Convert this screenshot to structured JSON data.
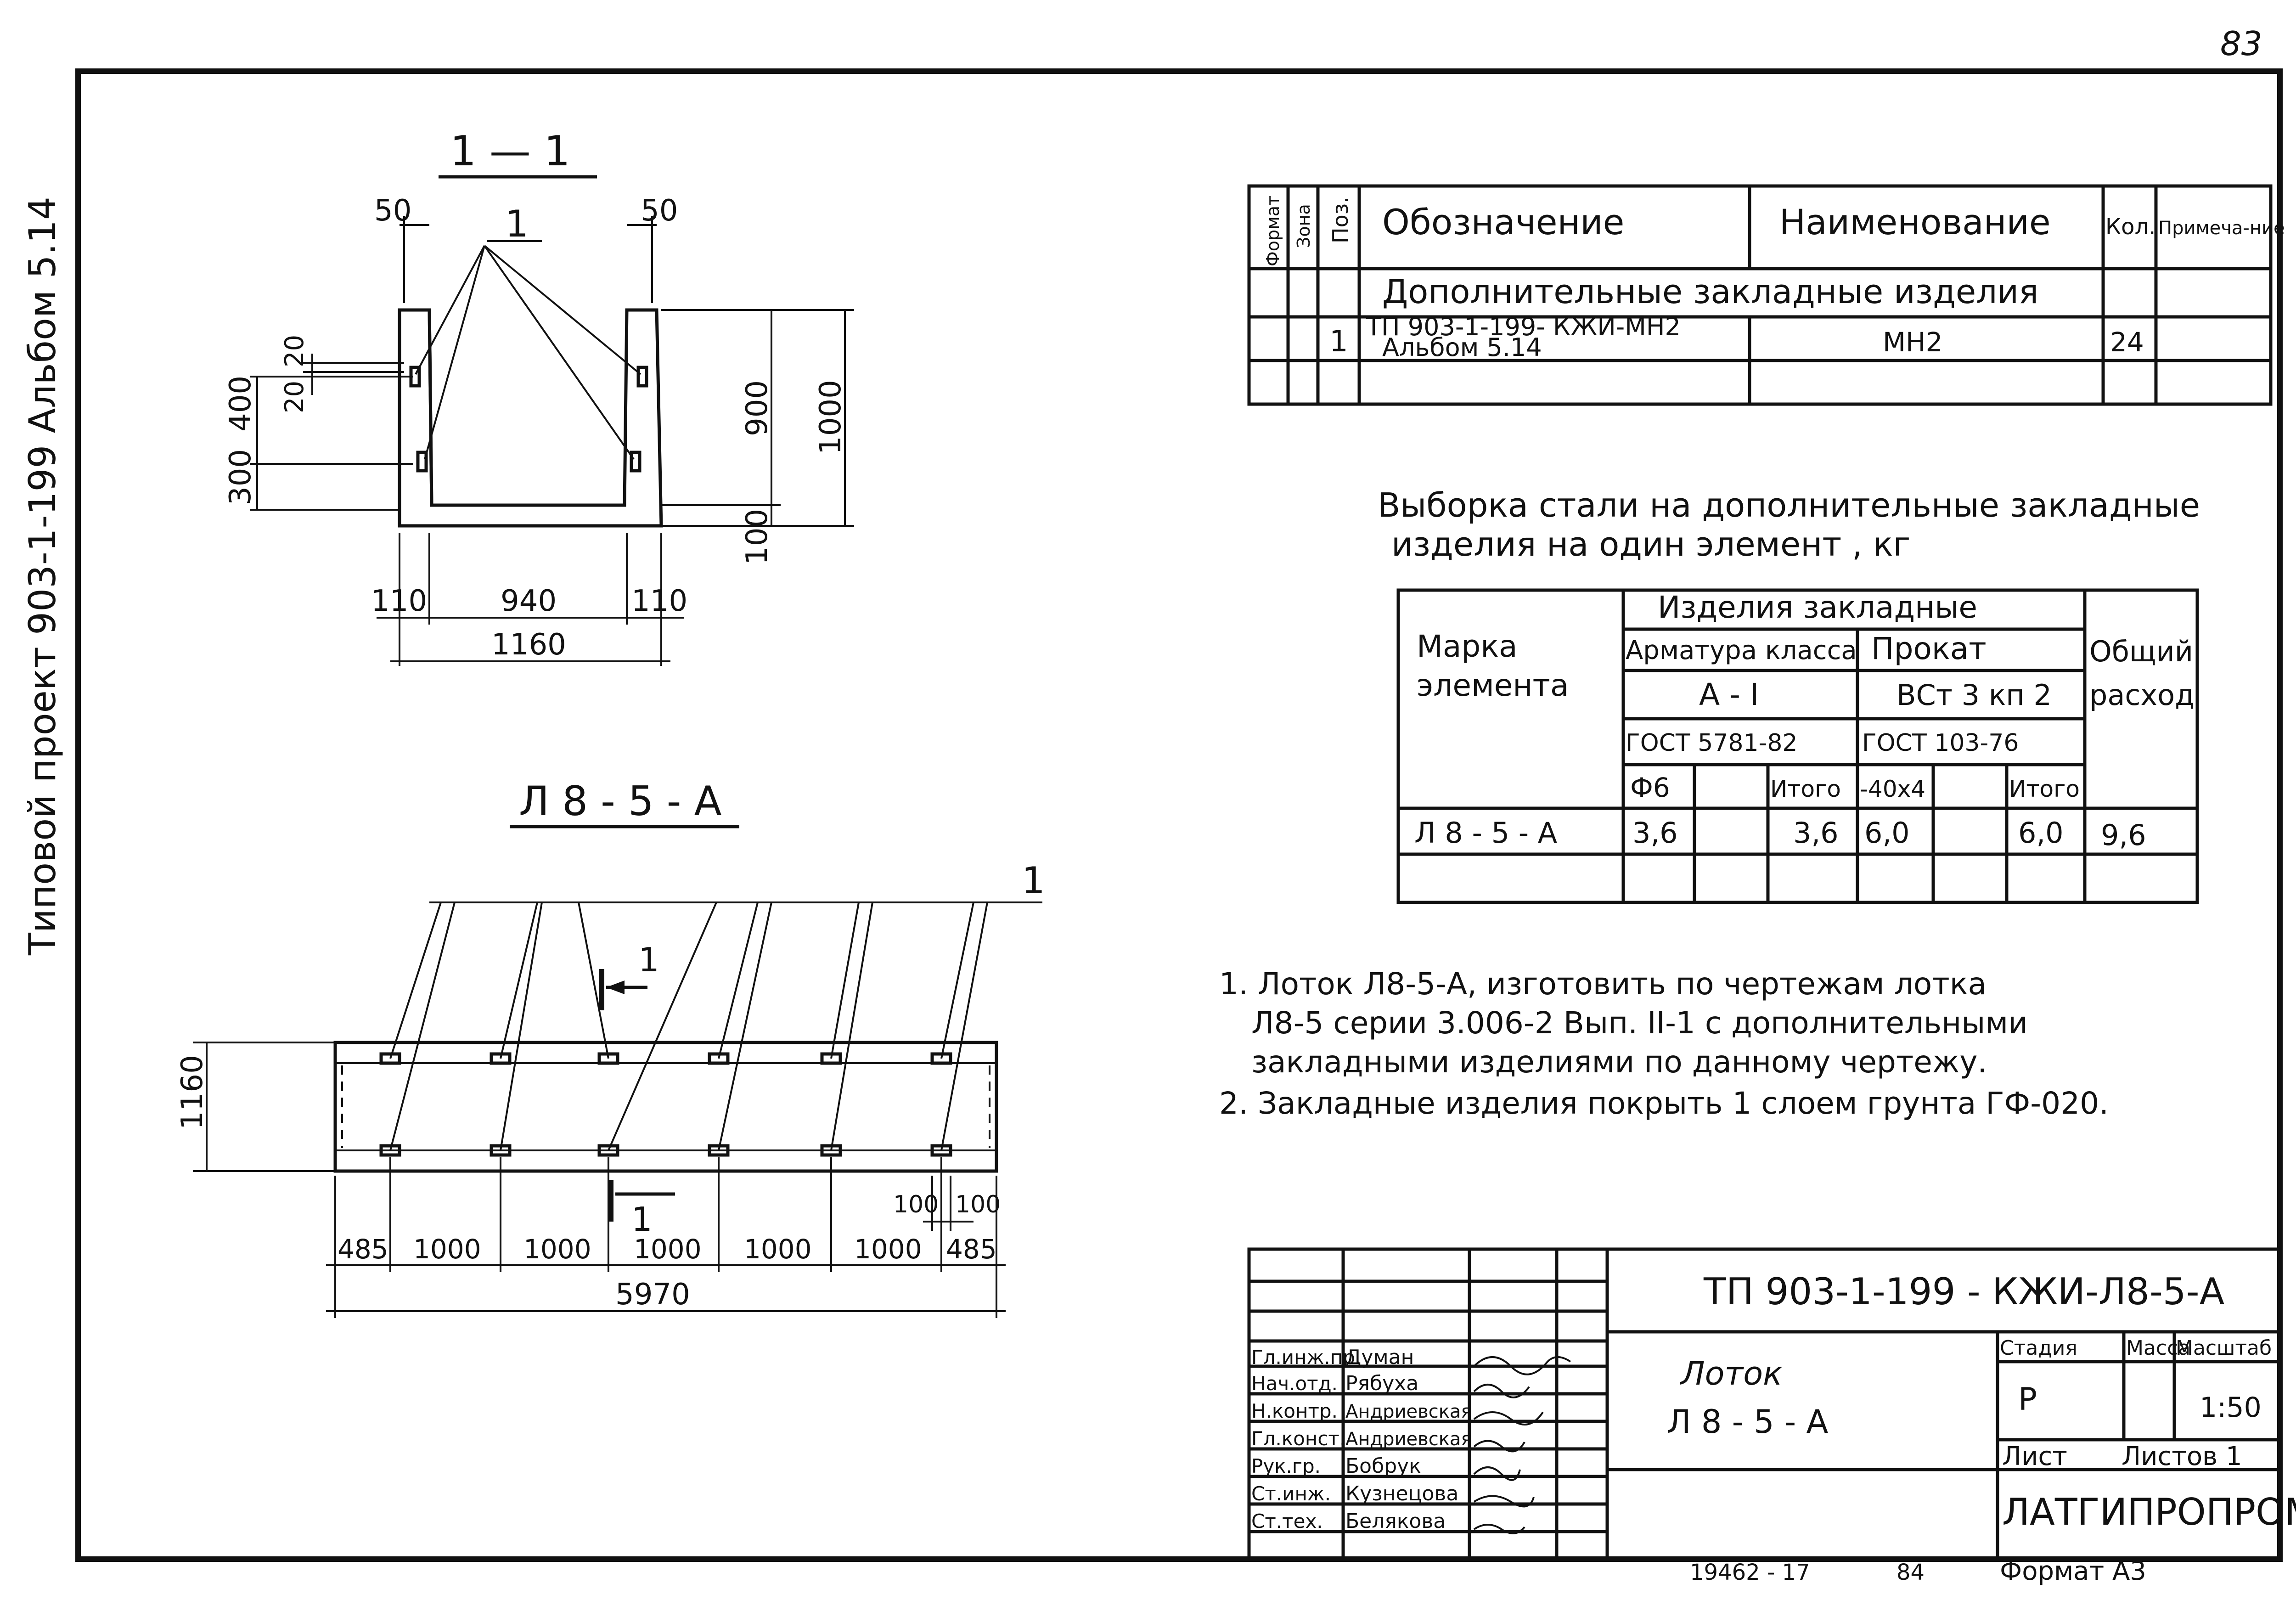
{
  "page_number": "83",
  "side_title": "Типовой проект 903-1-199 Альбом 5.14",
  "section": {
    "title": "1 — 1",
    "dims": {
      "d50l": "50",
      "d50r": "50",
      "d20a": "20",
      "d20b": "20",
      "d400": "400",
      "d300": "300",
      "d900": "900",
      "d1000": "1000",
      "d100": "100",
      "d110l": "110",
      "d940": "940",
      "d110r": "110",
      "d1160": "1160"
    },
    "callout": "1"
  },
  "plan": {
    "title": "Л 8 - 5 - А",
    "callout": "1",
    "cut1": "1",
    "cut2": "1",
    "d1160": "1160",
    "bottom_dims": [
      "485",
      "1000",
      "1000",
      "1000",
      "1000",
      "1000",
      "485"
    ],
    "d100a": "100",
    "d100b": "100",
    "total": "5970"
  },
  "spec": {
    "headers": {
      "format": "Формат",
      "zone": "Зона",
      "pos": "Поз.",
      "designation": "Обозначение",
      "name": "Наименование",
      "qty": "Кол.",
      "note": "Примеча-ние"
    },
    "section_row": "Дополнительные закладные изделия",
    "row1": {
      "pos": "1",
      "designation": "ТП 903-1-199- КЖИ-МН2",
      "designation2": "Альбом 5.14",
      "name": "МН2",
      "qty": "24"
    }
  },
  "steel": {
    "title1": "Выборка стали на дополнительные закладные",
    "title2": "изделия на один элемент , кг",
    "h_mark": "Марка элемента",
    "h_items": "Изделия закладные",
    "h_rebar": "Арматура класса",
    "h_rolled": "Прокат",
    "h_total": "Общий расход",
    "rebar_class": "А - I",
    "rolled_class": "ВСт 3 кп 2",
    "rebar_gost": "ГОСТ 5781-82",
    "rolled_gost": "ГОСТ 103-76",
    "c_f6": "Ф6",
    "c_itogo1": "Итого",
    "c_40x4": "-40х4",
    "c_itogo2": "Итого",
    "row": {
      "mark": "Л 8 - 5 - А",
      "f6": "3,6",
      "itogo1": "3,6",
      "s40x4": "6,0",
      "itogo2": "6,0",
      "total": "9,6"
    }
  },
  "notes": [
    "1. Лоток Л8-5-А, изготовить по чертежам лотка",
    "Л8-5 серии 3.006-2 Вып. II-1 с дополнительными",
    "закладными изделиями по данному чертежу.",
    "2. Закладные изделия покрыть 1 слоем грунта ГФ-020."
  ],
  "stamp": {
    "code": "ТП 903-1-199 - КЖИ-Л8-5-А",
    "item_name1": "Лоток",
    "item_name2": "Л 8 - 5 - А",
    "stage_label": "Стадия",
    "mass_label": "Масса",
    "scale_label": "Масштаб",
    "stage": "Р",
    "scale": "1:50",
    "sheet_label": "Лист",
    "sheets_label": "Листов 1",
    "org": "ЛАТГИПРОПРОМ",
    "format": "Формат А3",
    "bottom_number": "19462 - 17",
    "bottom_page": "84",
    "roles": [
      "Гл.инж.пр.",
      "Нач.отд.",
      "Н.контр.",
      "Гл.конст.",
      "Рук.гр.",
      "Ст.инж.",
      "Ст.тех."
    ],
    "names": [
      "Думан",
      "Рябуха",
      "Андриевская",
      "Андриевская",
      "Бобрук",
      "Кузнецова",
      "Белякова"
    ]
  }
}
